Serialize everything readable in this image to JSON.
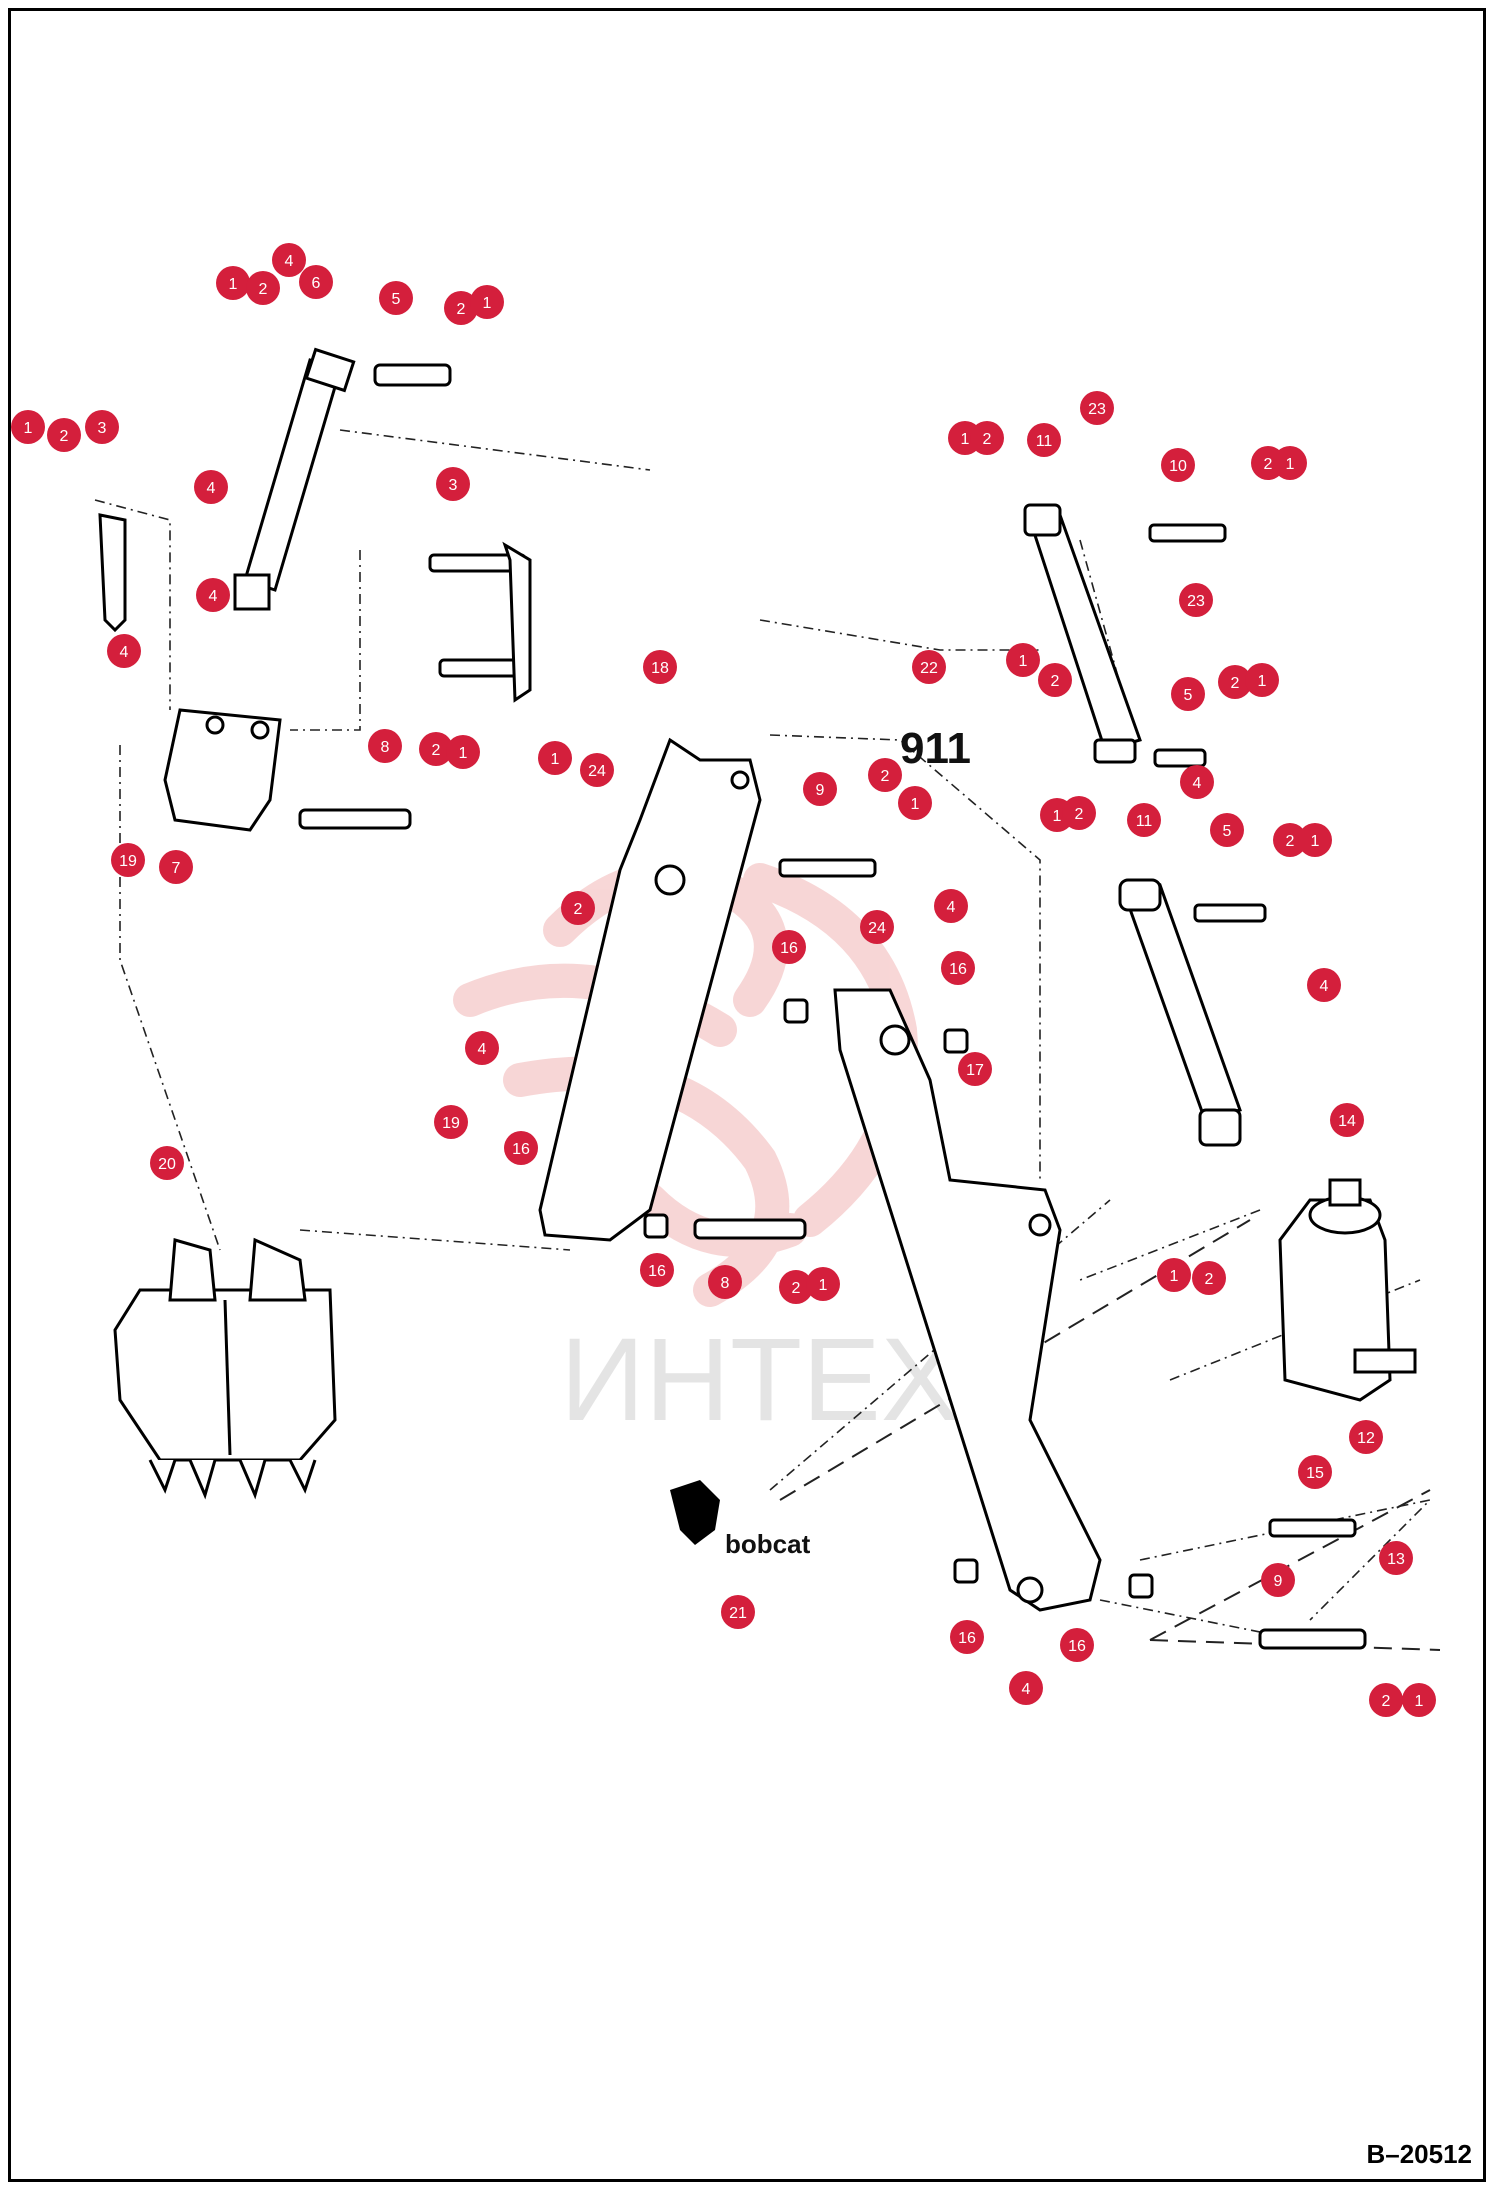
{
  "diagram": {
    "model_code": "911",
    "drawing_code": "B–20512",
    "logo_text": "bobcat",
    "watermark_text": "ИНТЕХ",
    "callout_color": "#d41f3c",
    "callouts": [
      {
        "n": "1"
      },
      {
        "n": "2"
      },
      {
        "n": "4"
      },
      {
        "n": "6"
      },
      {
        "n": "5"
      },
      {
        "n": "2"
      },
      {
        "n": "1"
      },
      {
        "n": "1"
      },
      {
        "n": "2"
      },
      {
        "n": "3"
      },
      {
        "n": "4"
      },
      {
        "n": "4"
      },
      {
        "n": "3"
      },
      {
        "n": "4"
      },
      {
        "n": "8"
      },
      {
        "n": "2"
      },
      {
        "n": "1"
      },
      {
        "n": "19"
      },
      {
        "n": "7"
      },
      {
        "n": "20"
      },
      {
        "n": "18"
      },
      {
        "n": "22"
      },
      {
        "n": "1"
      },
      {
        "n": "24"
      },
      {
        "n": "2"
      },
      {
        "n": "9"
      },
      {
        "n": "2"
      },
      {
        "n": "1"
      },
      {
        "n": "4"
      },
      {
        "n": "24"
      },
      {
        "n": "16"
      },
      {
        "n": "16"
      },
      {
        "n": "17"
      },
      {
        "n": "4"
      },
      {
        "n": "19"
      },
      {
        "n": "16"
      },
      {
        "n": "16"
      },
      {
        "n": "8"
      },
      {
        "n": "2"
      },
      {
        "n": "1"
      },
      {
        "n": "1"
      },
      {
        "n": "2"
      },
      {
        "n": "11"
      },
      {
        "n": "23"
      },
      {
        "n": "10"
      },
      {
        "n": "2"
      },
      {
        "n": "1"
      },
      {
        "n": "23"
      },
      {
        "n": "1"
      },
      {
        "n": "2"
      },
      {
        "n": "5"
      },
      {
        "n": "2"
      },
      {
        "n": "1"
      },
      {
        "n": "4"
      },
      {
        "n": "1"
      },
      {
        "n": "2"
      },
      {
        "n": "11"
      },
      {
        "n": "5"
      },
      {
        "n": "2"
      },
      {
        "n": "1"
      },
      {
        "n": "4"
      },
      {
        "n": "14"
      },
      {
        "n": "1"
      },
      {
        "n": "2"
      },
      {
        "n": "12"
      },
      {
        "n": "15"
      },
      {
        "n": "13"
      },
      {
        "n": "9"
      },
      {
        "n": "2"
      },
      {
        "n": "1"
      },
      {
        "n": "16"
      },
      {
        "n": "16"
      },
      {
        "n": "4"
      },
      {
        "n": "21"
      }
    ]
  }
}
